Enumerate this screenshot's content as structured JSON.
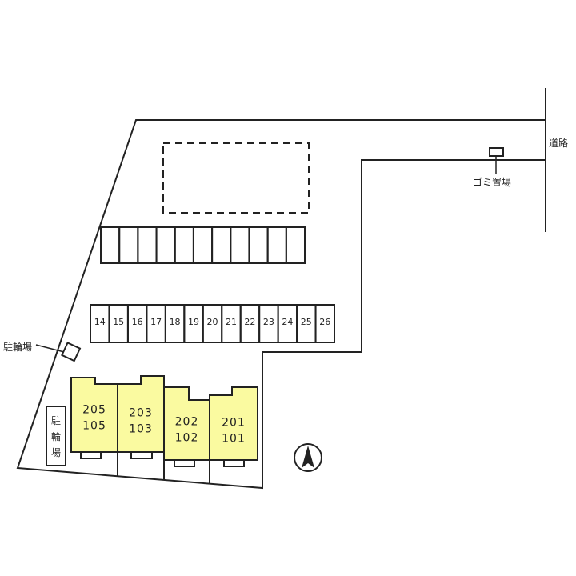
{
  "labels": {
    "road": "道路",
    "garbage": "ゴミ置場",
    "bicycle_left": "駐輪場",
    "bicycle_vertical": "駐輪場"
  },
  "parking_top_row": {
    "count": 11,
    "numbers": [
      "",
      "",
      "",
      "",
      "",
      "",
      "",
      "",
      "",
      "",
      ""
    ]
  },
  "parking_bottom_row": {
    "count": 13,
    "numbers": [
      "14",
      "15",
      "16",
      "17",
      "18",
      "19",
      "20",
      "21",
      "22",
      "23",
      "24",
      "25",
      "26"
    ]
  },
  "units": [
    {
      "upper": "205",
      "lower": "105"
    },
    {
      "upper": "203",
      "lower": "103"
    },
    {
      "upper": "202",
      "lower": "102"
    },
    {
      "upper": "201",
      "lower": "101"
    }
  ],
  "colors": {
    "building_fill": "#fafaa0",
    "line": "#222222",
    "background": "#ffffff"
  },
  "icons": {
    "north": "north-arrow-icon"
  }
}
